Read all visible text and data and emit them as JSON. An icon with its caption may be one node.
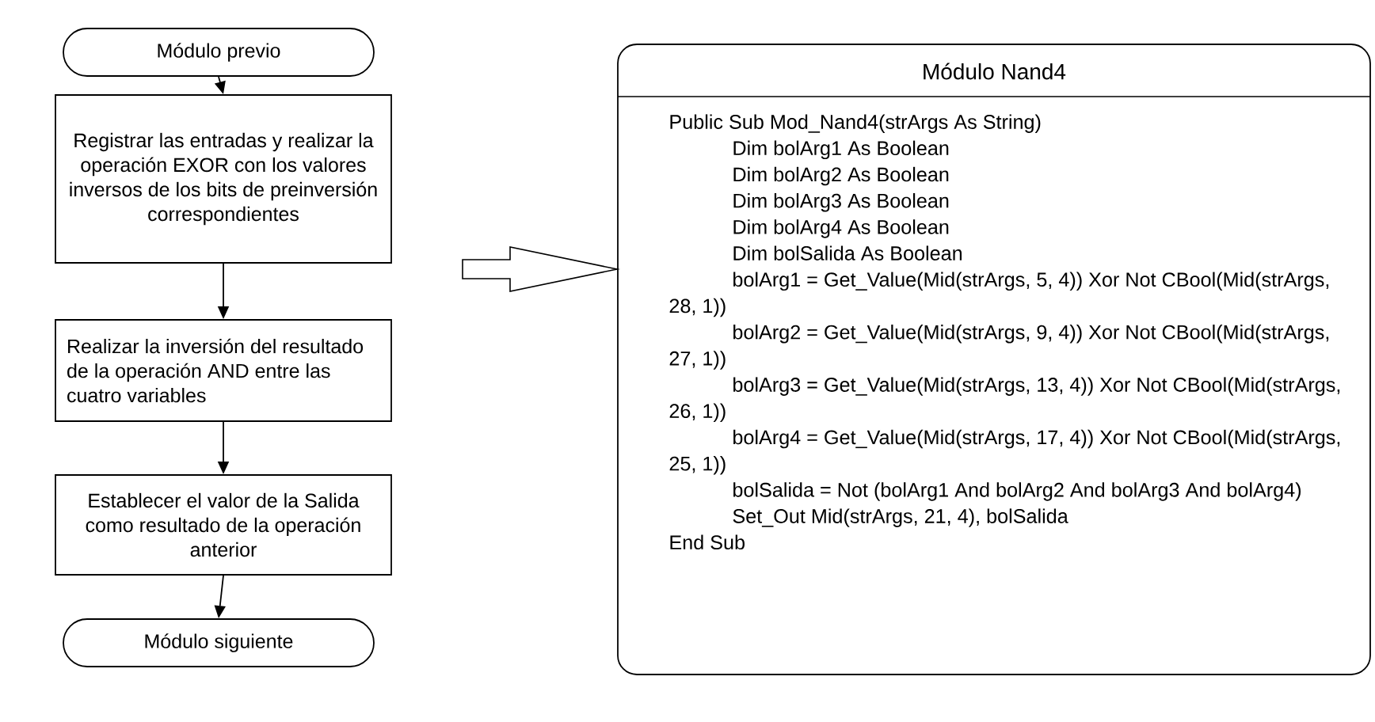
{
  "diagram": {
    "nodes": [
      {
        "text": [
          "Módulo previo"
        ]
      },
      {
        "text": [
          "Registrar las entradas y realizar la operación EXOR con los valores inversos de los bits de preinversión correspondientes"
        ]
      },
      {
        "text": [
          "Realizar la inversión del resultado de la operación AND entre las cuatro variables"
        ]
      },
      {
        "text": [
          "Establecer el valor de la Salida como resultado de la operación anterior"
        ]
      },
      {
        "text": [
          "Módulo siguiente"
        ]
      },
      {
        "text": [
          "Módulo Nand4",
          "Public Sub Mod_Nand4(strArgs As String)",
          "Dim bolArg1 As Boolean",
          "Dim bolArg2 As Boolean",
          "Dim bolArg3 As Boolean",
          "Dim bolArg4 As Boolean",
          "Dim bolSalida As Boolean",
          "bolArg1 = Get_Value(Mid(strArgs, 5, 4)) Xor Not CBool(Mid(strArgs, 28, 1))",
          "bolArg2 = Get_Value(Mid(strArgs, 9, 4)) Xor Not CBool(Mid(strArgs, 27, 1))",
          "bolArg3 = Get_Value(Mid(strArgs, 13, 4)) Xor Not CBool(Mid(strArgs, 26, 1))",
          "bolArg4 = Get_Value(Mid(strArgs, 17, 4)) Xor Not CBool(Mid(strArgs, 25, 1))",
          "bolSalida = Not (bolArg1 And bolArg2 And bolArg3 And bolArg4)",
          "Set_Out Mid(strArgs, 21, 4), bolSalida",
          "End Sub"
        ]
      }
    ],
    "edges": [
      {
        "from": 0,
        "to": 1,
        "arrow": "to"
      },
      {
        "from": 1,
        "to": 2,
        "arrow": "to"
      },
      {
        "from": 2,
        "to": 3,
        "arrow": "to"
      },
      {
        "from": 3,
        "to": 4,
        "arrow": "to"
      },
      {
        "from": null,
        "to": 5,
        "arrow": "to"
      }
    ]
  }
}
